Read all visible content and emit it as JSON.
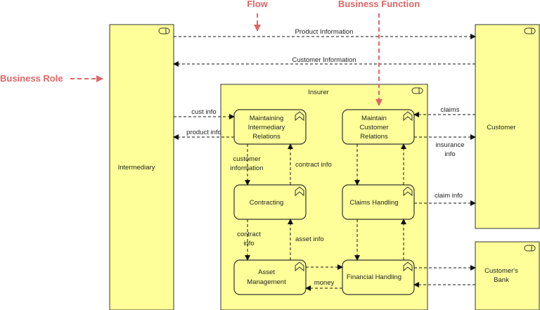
{
  "annotations": {
    "flow": "Flow",
    "business_function": "Business Function",
    "business_role": "Business Role"
  },
  "roles": {
    "intermediary": "Intermediary",
    "customer": "Customer",
    "insurer": "Insurer",
    "customers_bank_line1": "Customer's",
    "customers_bank_line2": "Bank"
  },
  "functions": {
    "mir": [
      "Maintaining",
      "Intermediary",
      "Relations"
    ],
    "mcr": [
      "Maintain",
      "Customer",
      "Relations"
    ],
    "contracting": "Contracting",
    "claims_handling": "Claims Handling",
    "asset_management": [
      "Asset",
      "Management"
    ],
    "financial_handling": "Financial Handling"
  },
  "flows": {
    "product_information": "Product Information",
    "customer_information": "Customer Information",
    "cust_info": "cust info",
    "product_info": "product info",
    "claims": "claims",
    "insurance_info": [
      "insurance",
      "info"
    ],
    "customer_information_2": [
      "customer",
      "information"
    ],
    "contract_info_up": "contract info",
    "claim_info": "claim info",
    "contract_info_down": [
      "contract",
      "info"
    ],
    "asset_info": "asset info",
    "money": "money"
  },
  "colors": {
    "element_fill": "#ffff99",
    "annotation": "#e06666"
  }
}
